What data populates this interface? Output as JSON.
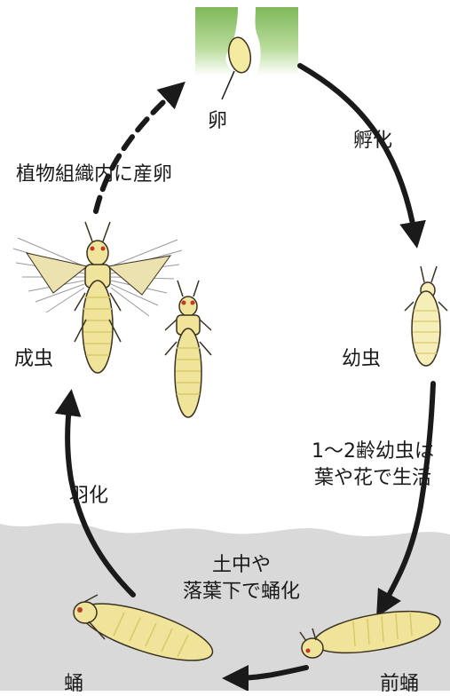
{
  "labels": {
    "egg": "卵",
    "hatch": "孵化",
    "oviposition": "植物組織内に産卵",
    "adult": "成虫",
    "larva": "幼虫",
    "larva_note_1": "1〜2齢幼虫は",
    "larva_note_2": "葉や花で生活",
    "eclosion": "羽化",
    "soil_note_1": "土中や",
    "soil_note_2": "落葉下で蛹化",
    "pupa": "蛹",
    "prepupa": "前蛹"
  },
  "colors": {
    "insect_body": "#f0e49a",
    "insect_segment": "#d9c86a",
    "outline": "#3a3220",
    "eye": "#c0392b",
    "leaf": "#8cc06a",
    "ground": "#d9d9d9",
    "wing_fringe": "#9a9a9a",
    "arrow": "#1a1a1a"
  }
}
